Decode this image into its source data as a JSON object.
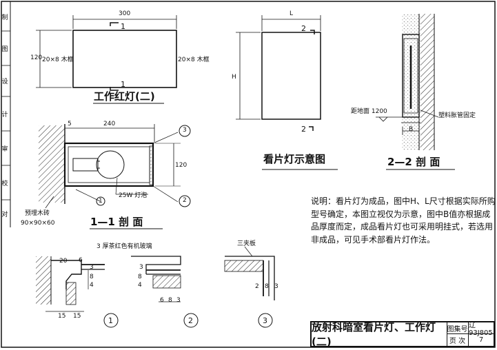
{
  "sidebar": {
    "labels": [
      "制",
      "图",
      "设",
      "计",
      "审",
      "校",
      "对"
    ]
  },
  "dims": {
    "w300": "300",
    "h120": "120",
    "s5": "5",
    "s240": "240",
    "h120b": "120",
    "L": "L",
    "H": "H",
    "B": "B",
    "d20": "20",
    "d6": "6",
    "d15a": "15",
    "d15b": "15",
    "d3a": "3",
    "d8a": "8",
    "d4a": "4",
    "d8b": "8",
    "d4b": "4",
    "d3b": "3",
    "d6b": "6",
    "d8c": "8",
    "d3c": "3",
    "d2": "2",
    "d8d": "8",
    "d3d": "3"
  },
  "labels": {
    "wood_frame_left": "20×8 木框",
    "wood_frame_right": "20×8 木框",
    "sec1_top": "1",
    "sec1_bottom": "1",
    "sec2_top": "2",
    "sec2_bottom": "2",
    "bulb": "25W 灯泡",
    "embedded_wood": "预埋木砖",
    "embedded_wood_size": "90×90×60",
    "distance_floor": "距地面 1200",
    "plastic_nail": "塑料胀管固定",
    "red_glass": "3 厚茶红色有机玻璃",
    "plywood": "三夹板",
    "marker3": "3",
    "marker2": "2",
    "marker1": "1"
  },
  "captions": {
    "work_red_light": "工作红灯(二)",
    "section_1_1": "1—1 剖  面",
    "film_viewer": "看片灯示意图",
    "section_2_2": "2—2 剖  面",
    "detail1": "1",
    "detail2": "2",
    "detail3": "3"
  },
  "note": "说明：看片灯为成品，图中H、L尺寸根据实际所购型号确定，本图立视仅为示意，图中B值亦根据成品厚度而定，成品看片灯也可采用明挂式，若选用非成品，可见手术部看片灯作法。",
  "titleblock": {
    "title": "放射科暗室看片灯、工作灯(二)",
    "atlas_label": "图集号",
    "atlas_value": "辽93J805",
    "page_label": "页 次",
    "page_value": "7"
  }
}
